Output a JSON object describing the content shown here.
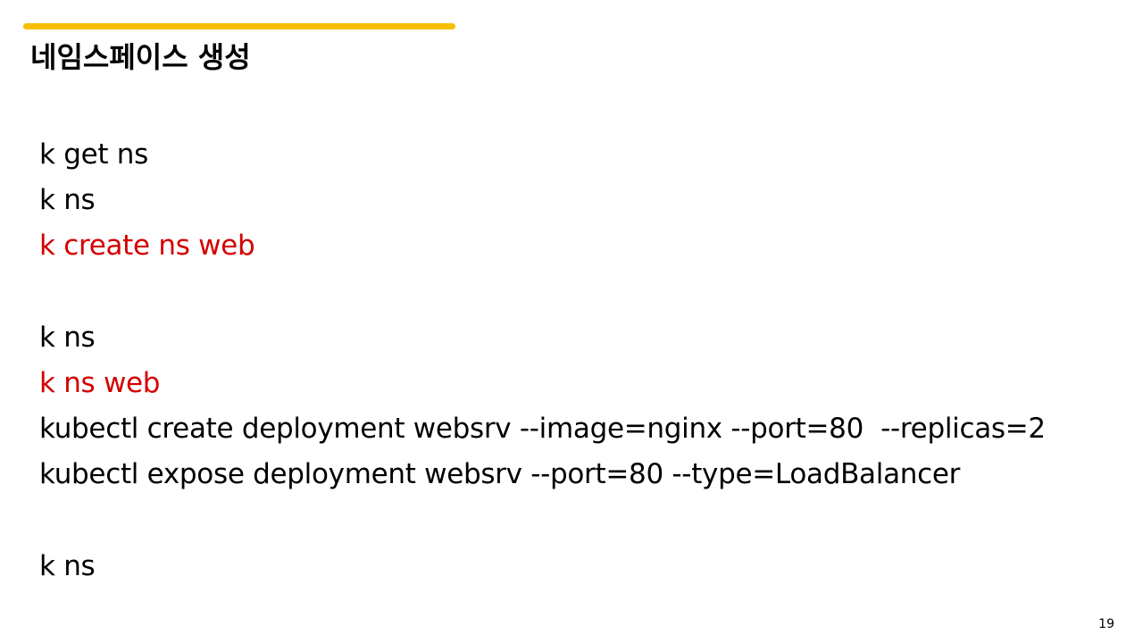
{
  "slide": {
    "title": "네임스페이스 생성",
    "page_number": "19",
    "accent_color": "#f6bf00",
    "highlight_color": "#d40000"
  },
  "commands": [
    {
      "text": "k get ns",
      "highlighted": false
    },
    {
      "text": "k ns",
      "highlighted": false
    },
    {
      "text": "k create ns web",
      "highlighted": true
    },
    {
      "text": "",
      "highlighted": false
    },
    {
      "text": "k ns",
      "highlighted": false
    },
    {
      "text": "k ns web",
      "highlighted": true
    },
    {
      "text": "kubectl create deployment websrv --image=nginx --port=80  --replicas=2",
      "highlighted": false
    },
    {
      "text": "kubectl expose deployment websrv --port=80 --type=LoadBalancer",
      "highlighted": false
    },
    {
      "text": "",
      "highlighted": false
    },
    {
      "text": "k ns",
      "highlighted": false
    }
  ]
}
